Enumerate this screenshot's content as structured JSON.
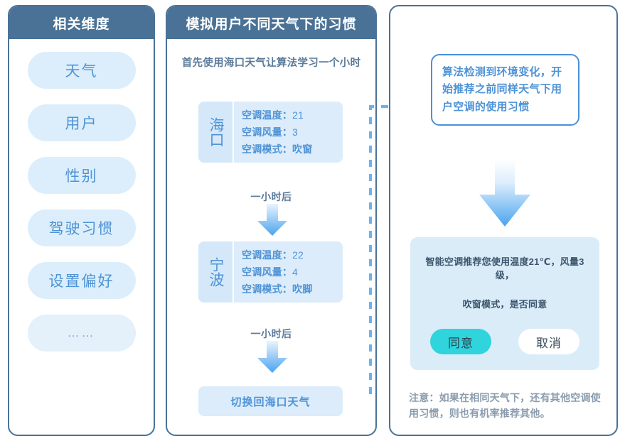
{
  "left_panel": {
    "title": "相关维度",
    "items": [
      {
        "label": "天气"
      },
      {
        "label": "用户"
      },
      {
        "label": "性别"
      },
      {
        "label": "驾驶习惯"
      },
      {
        "label": "设置偏好"
      },
      {
        "label": "……"
      }
    ]
  },
  "mid_panel": {
    "title": "模拟用户不同天气下的习惯",
    "subtitle": "首先使用海口天气让算法学习一个小时",
    "cards": [
      {
        "city": "海口",
        "rows": [
          {
            "label": "空调温度：",
            "value": "21"
          },
          {
            "label": "空调风量：",
            "value": "3"
          },
          {
            "label": "空调模式：",
            "value": "吹窗"
          }
        ]
      },
      {
        "city": "宁波",
        "rows": [
          {
            "label": "空调温度：",
            "value": "22"
          },
          {
            "label": "空调风量：",
            "value": "4"
          },
          {
            "label": "空调模式：",
            "value": "吹脚"
          }
        ]
      }
    ],
    "step_label_1": "一小时后",
    "step_label_2": "一小时后",
    "switch_box": "切换回海口天气"
  },
  "right_panel": {
    "callout": "算法检测到环境变化，开始推荐之前同样天气下用户空调的使用习惯",
    "recommendation": {
      "line1": "智能空调推荐您使用温度21℃，风量3级，",
      "line2": "吹窗模式，是否同意",
      "agree_label": "同意",
      "cancel_label": "取消"
    },
    "note": "注意：如果在相同天气下，还有其他空调使用习惯，则也有机率推荐其他。"
  },
  "colors": {
    "header_blue": "#4a7296",
    "pill_blue": "#dceefb",
    "text_blue": "#4e93d6",
    "accent_cyan": "#2fd4dc",
    "note_grey": "#8a9cad",
    "dashed_blue": "#6cb2ef"
  }
}
